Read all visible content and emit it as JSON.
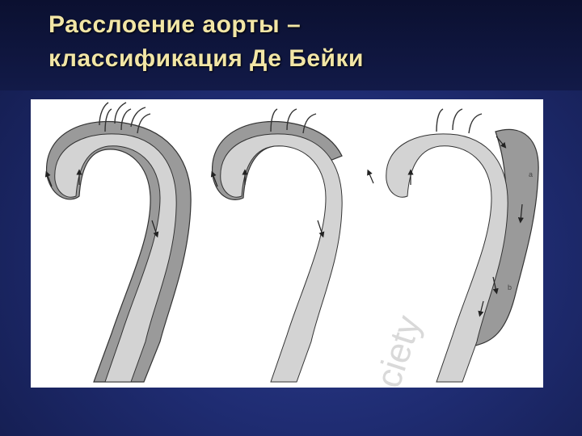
{
  "slide": {
    "title_line1": "Расслоение аорты –",
    "title_line2": "классификация Де Бейки"
  },
  "figure": {
    "label_a": "a",
    "label_b": "b"
  },
  "colors": {
    "title": "#f2e6a6",
    "background": "#1f2c72",
    "lumen": "#d3d3d3",
    "false_lumen": "#9a9a9a"
  }
}
